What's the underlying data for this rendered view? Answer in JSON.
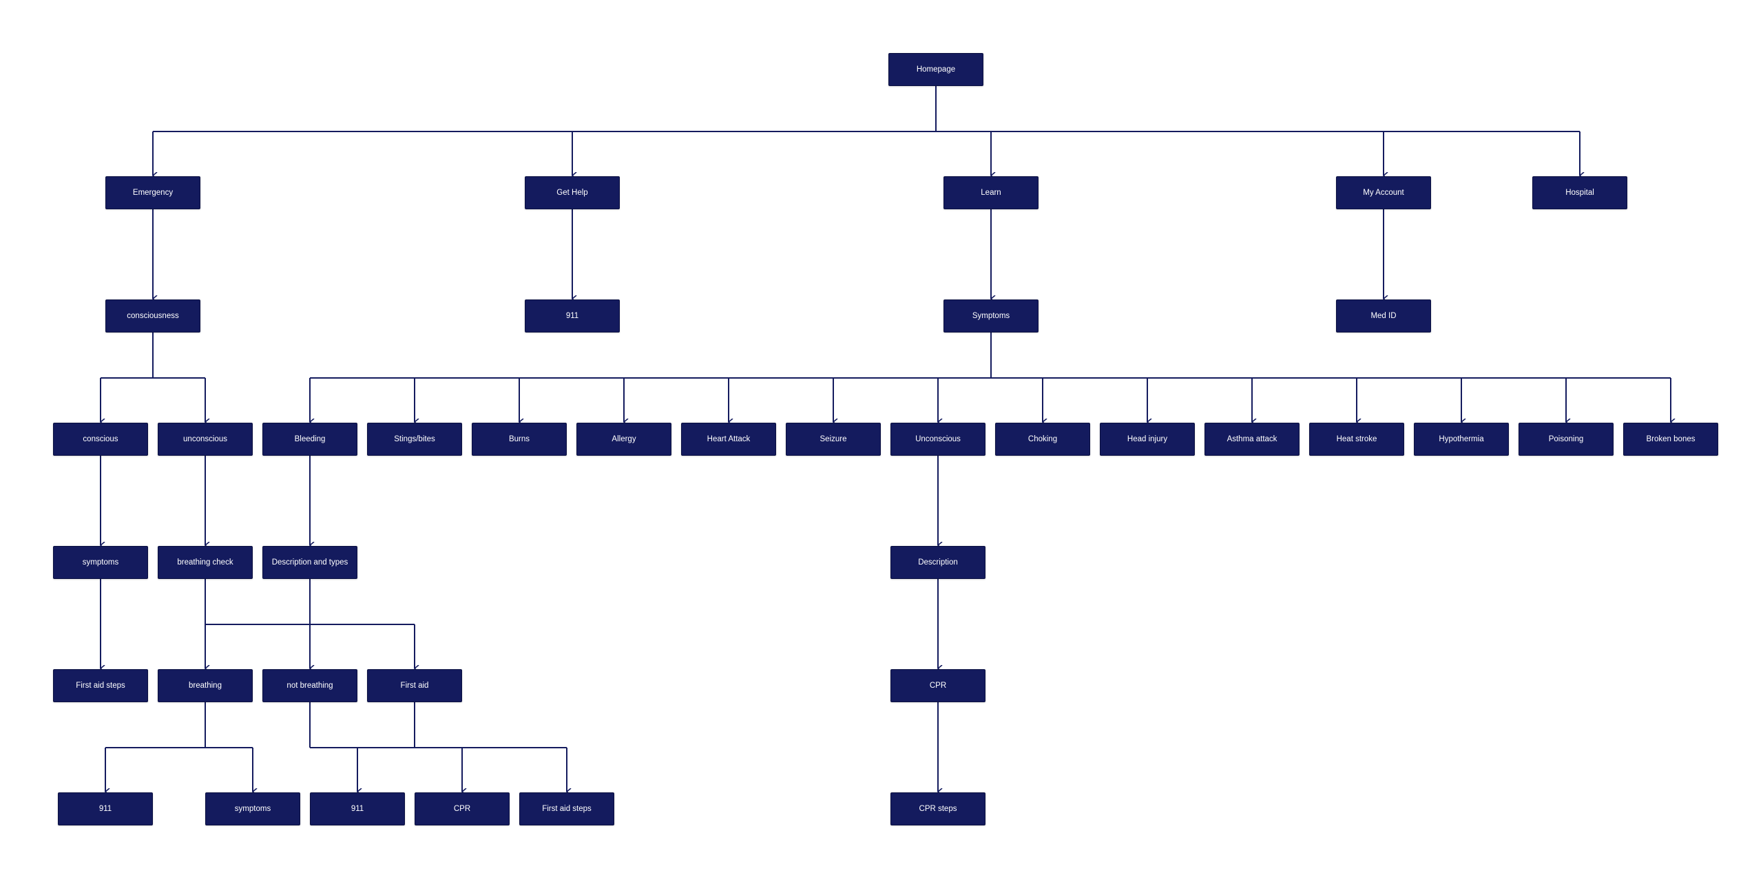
{
  "colors": {
    "node_fill": "#141b5e",
    "node_text": "#ffffff",
    "edge": "#141b5e",
    "background": "#ffffff"
  },
  "nodes": {
    "homepage": "Homepage",
    "emergency": "Emergency",
    "get_help": "Get Help",
    "learn": "Learn",
    "my_account": "My Account",
    "hospital": "Hospital",
    "consciousness": "consciousness",
    "help_911": "911",
    "symptoms_main": "Symptoms",
    "med_id": "Med ID",
    "conscious": "conscious",
    "unconscious": "unconscious",
    "bleeding": "Bleeding",
    "stings": "Stings/bites",
    "burns": "Burns",
    "allergy": "Allergy",
    "heart_attack": "Heart Attack",
    "seizure": "Seizure",
    "unconscious_cap": "Unconscious",
    "choking": "Choking",
    "head_injury": "Head injury",
    "asthma": "Asthma attack",
    "heat_stroke": "Heat stroke",
    "hypothermia": "Hypothermia",
    "poisoning": "Poisoning",
    "broken_bones": "Broken bones",
    "symptoms_c": "symptoms",
    "breathing_check": "breathing check",
    "desc_types": "Description and types",
    "description": "Description",
    "first_aid_steps_c": "First aid steps",
    "breathing": "breathing",
    "not_breathing": "not breathing",
    "first_aid": "First aid",
    "cpr": "CPR",
    "b_911": "911",
    "b_symptoms": "symptoms",
    "nb_911": "911",
    "nb_cpr": "CPR",
    "fa_steps": "First aid steps",
    "cpr_steps": "CPR steps"
  }
}
